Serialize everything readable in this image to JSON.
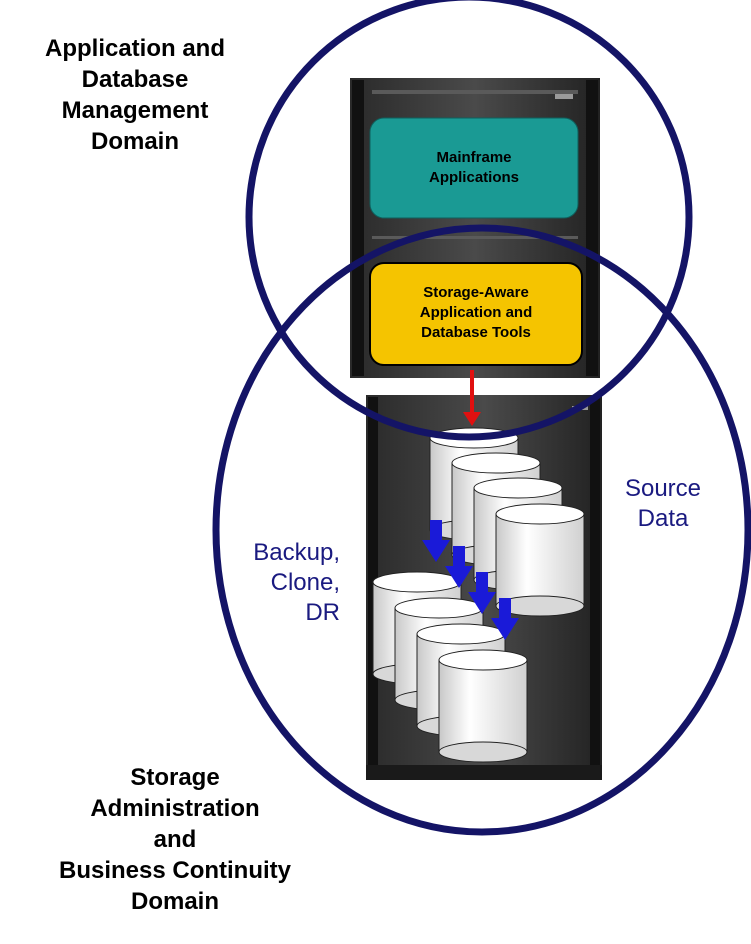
{
  "domains": {
    "top": {
      "lines": [
        "Application and",
        "Database",
        "Management",
        "Domain"
      ]
    },
    "bottom": {
      "lines": [
        "Storage",
        "Administration",
        "and",
        "Business Continuity",
        "Domain"
      ]
    }
  },
  "boxes": {
    "mainframe_apps": {
      "lines": [
        "Mainframe",
        "Applications"
      ],
      "fill": "#1a9a94"
    },
    "storage_tools": {
      "lines": [
        "Storage-Aware",
        "Application and",
        "Database Tools"
      ],
      "fill": "#f5c400"
    }
  },
  "labels": {
    "source_data": [
      "Source",
      "Data"
    ],
    "backup": [
      "Backup,",
      "Clone,",
      "DR"
    ]
  },
  "colors": {
    "circle": "#141466",
    "text_blue": "#1a1a80",
    "arrow_blue": "#1a1ad8",
    "arrow_red": "#e01010"
  }
}
